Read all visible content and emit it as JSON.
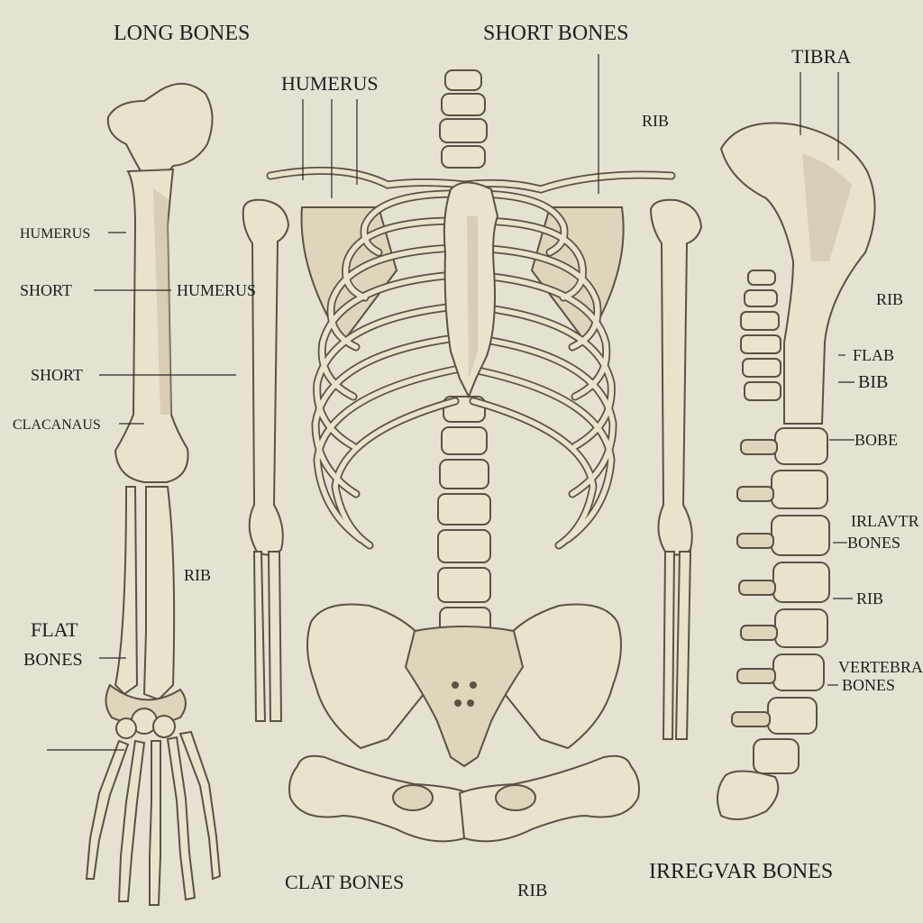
{
  "headings": {
    "long_bones": "LONG BONES",
    "short_bones": "SHORT BONES",
    "tibra": "TIBRA",
    "clat_bones": "CLAT BONES",
    "irregvar_bones": "IRREGVAR BONES"
  },
  "left_labels": {
    "humerus_1": "HUMERUS",
    "short_1": "SHORT",
    "humerus_2": "HUMERUS",
    "short_2": "SHORT",
    "clacanaus": "CLACANAUS",
    "rib": "RIB",
    "flat": "FLAT",
    "bones": "BONES"
  },
  "center_labels": {
    "humerus": "HUMERUS",
    "rib_top": "RIB",
    "rib_bottom": "RIB"
  },
  "right_labels": {
    "rib_1": "RIB",
    "flat": "FLAB",
    "bib": "BIB",
    "bobe": "BOBE",
    "irlavtr": "IRLAVTR",
    "bones_1": "BONES",
    "rib_2": "RIB",
    "vertebra": "VERTEBRA",
    "bones_2": "BONES"
  },
  "icons": {
    "long_bone": "arm-bone-icon",
    "rib_cage": "rib-cage-icon",
    "pelvis": "pelvis-icon",
    "spine": "spine-icon"
  }
}
